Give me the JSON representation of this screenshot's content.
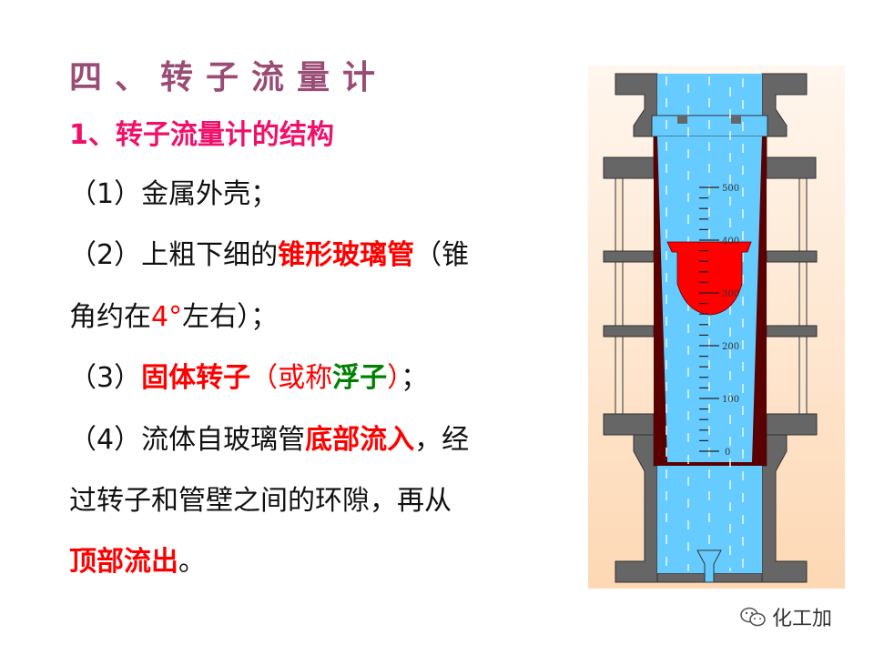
{
  "title": "四、转子流量计",
  "heading": "1、转子流量计的结构",
  "items": {
    "i1": {
      "text": "（1）金属外壳；"
    },
    "i2": {
      "a": "（2）上粗下细的",
      "b": "锥形玻璃管",
      "c": "（锥",
      "d": "角约在",
      "e": "4°",
      "f": "左右）；"
    },
    "i3": {
      "a": "（3）",
      "b": "固体转子",
      "c": "（或称",
      "d": "浮子",
      "e": "）",
      "f": "；"
    },
    "i4": {
      "a": "（4）流体自玻璃管",
      "b": "底部流入",
      "c": "，经",
      "d": "过转子和管壁之间的环隙，再从",
      "e": "顶部流出",
      "f": "。"
    }
  },
  "diagram": {
    "scale_labels": [
      "500",
      "400",
      "300",
      "200",
      "100",
      "0"
    ],
    "colors": {
      "fluid": "#66ccff",
      "metal": "#666666",
      "glass_wall": "#5a0000",
      "float": "#ff0000",
      "background": "#fde0c0"
    }
  },
  "watermark": {
    "text": "化工加",
    "icon": "wechat-icon"
  }
}
